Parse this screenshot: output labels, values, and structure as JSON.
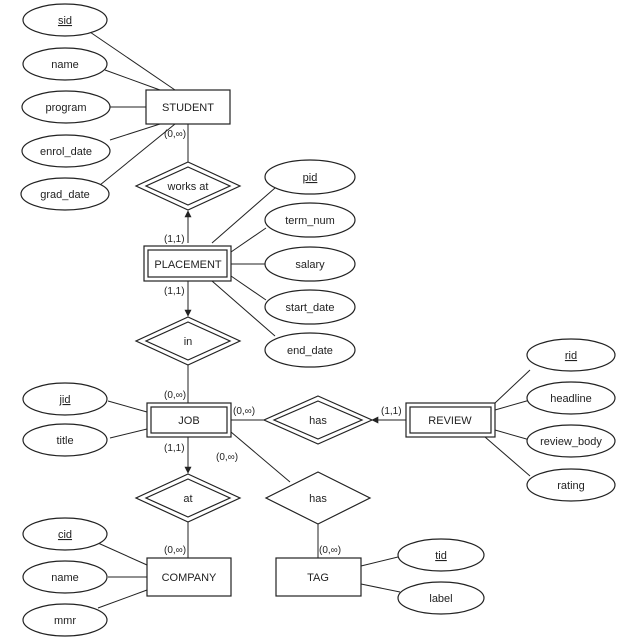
{
  "entities": {
    "student": "STUDENT",
    "placement": "PLACEMENT",
    "job": "JOB",
    "review": "REVIEW",
    "company": "COMPANY",
    "tag": "TAG"
  },
  "relationships": {
    "works_at": "works at",
    "in": "in",
    "job_has_review": "has",
    "at": "at",
    "job_has_tag": "has"
  },
  "attributes": {
    "student": [
      "sid",
      "name",
      "program",
      "enrol_date",
      "grad_date"
    ],
    "placement": [
      "pid",
      "term_num",
      "salary",
      "start_date",
      "end_date"
    ],
    "job": [
      "jid",
      "title"
    ],
    "review": [
      "rid",
      "headline",
      "review_body",
      "rating"
    ],
    "company": [
      "cid",
      "name",
      "mmr"
    ],
    "tag": [
      "tid",
      "label"
    ]
  },
  "cardinalities": {
    "student_works_at": "(0,∞)",
    "placement_works_at": "(1,1)",
    "placement_in": "(1,1)",
    "job_in": "(0,∞)",
    "job_has_review": "(0,∞)",
    "review_has": "(1,1)",
    "job_at": "(1,1)",
    "job_has_tag": "(0,∞)",
    "company_at": "(0,∞)",
    "tag_has": "(0,∞)"
  }
}
